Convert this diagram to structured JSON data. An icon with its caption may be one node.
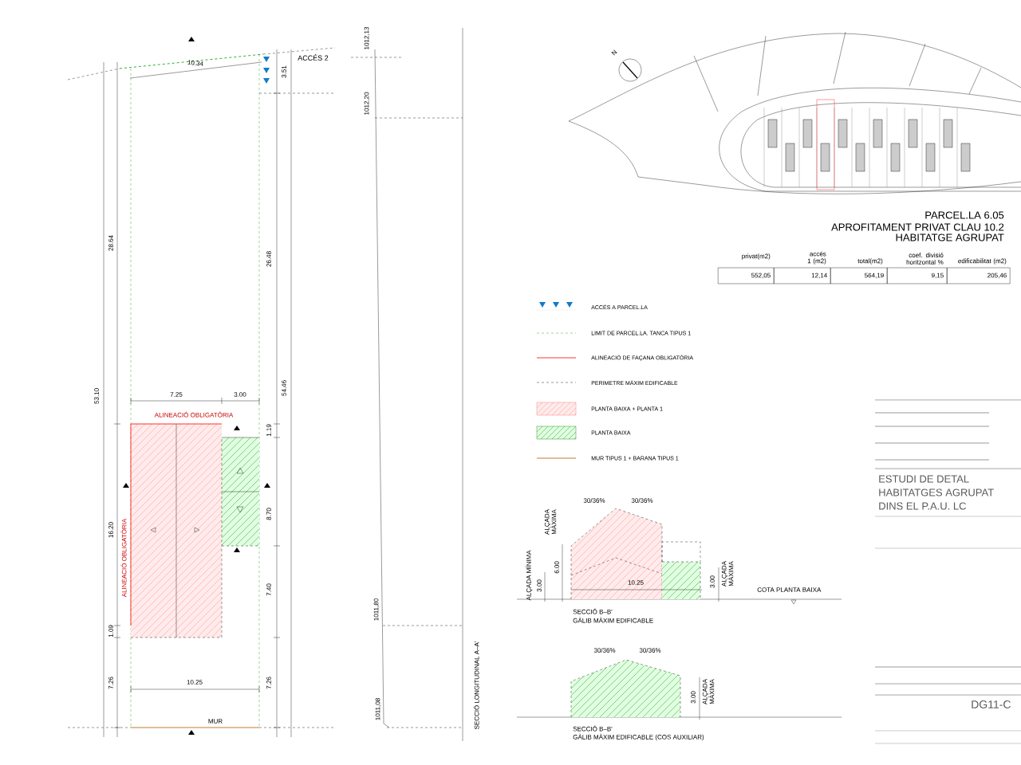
{
  "diagram": {
    "labels": [
      "ACCÉS 2",
      "10.34",
      "3.51",
      "28.64",
      "26.48",
      "53.10",
      "54.46",
      "7.25",
      "3.00",
      "ALINEACIÓ OBLIGATÒRIA",
      "1.19",
      "8.70",
      "16.20",
      "ALINEACIÓ OBLIGATÒRIA",
      "7.40",
      "1.09",
      "7.26",
      "10.25",
      "7.26",
      "MUR",
      "1012,13",
      "1012,20",
      "1011,80",
      "1011,08",
      "SECCIÓ LONGITUDINAL A–A'",
      "N",
      "PARCEL.LA 6.05",
      "APROFITAMENT PRIVAT CLAU 10.2",
      "HABITATGE AGRUPAT",
      "privat(m2)",
      "accés 1 (m2)",
      "total(m2)",
      "coef. divisió horitzontal %",
      "edificabilitat (m2)",
      "552,05",
      "12,14",
      "564,19",
      "9,15",
      "205,46",
      "30/36%",
      "30/36%",
      "ALÇADA MÀXIMA",
      "ALÇADA MÍNIMA",
      "3.00",
      "6.00",
      "10.25",
      "3.00",
      "ALÇADA MÀXIMA",
      "COTA PLANTA BAIXA",
      "SECCIÓ B–B'",
      "GÀLIB MÀXIM EDIFICABLE",
      "30/36%",
      "30/36%",
      "3.00",
      "ALÇADA MÀXIMA",
      "SECCIÓ B–B'",
      "GÀLIB MÀXIM EDIFICABLE (COS AUXILIAR)",
      "ESTUDI DE DETAL",
      "HABITATGES AGRUPAT",
      "DINS EL P.A.U. LC",
      "DG11-C"
    ],
    "legend": [
      {
        "text": "ACCÉS A PARCEL.LA"
      },
      {
        "text": "LIMIT DE PARCEL.LA. TANCA TIPUS 1"
      },
      {
        "text": "ALINEACIÓ DE FAÇANA OBLIGATÒRIA"
      },
      {
        "text": "PERIMETRE MÀXIM EDIFICABLE"
      },
      {
        "text": "PLANTA BAIXA + PLANTA 1"
      },
      {
        "text": "PLANTA BAIXA"
      },
      {
        "text": "MUR TIPUS 1 + BARANA TIPUS 1"
      }
    ]
  }
}
